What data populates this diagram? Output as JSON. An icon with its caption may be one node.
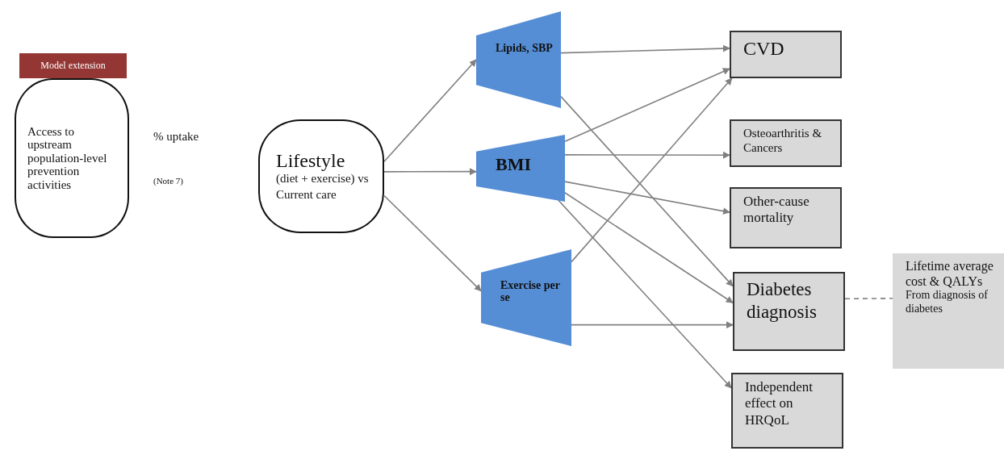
{
  "diagram": {
    "nodes": [
      {
        "text": [
          "Model extension"
        ]
      },
      {
        "text": [
          "Access to upstream population-level prevention activities"
        ]
      },
      {
        "text": [
          "Lifestyle",
          "(diet + exercise) vs Current care"
        ]
      },
      {
        "text": [
          "Lipids, SBP"
        ]
      },
      {
        "text": [
          "BMI"
        ]
      },
      {
        "text": [
          "Exercise per se"
        ]
      },
      {
        "text": [
          "CVD"
        ]
      },
      {
        "text": [
          "Osteoarthritis & Cancers"
        ]
      },
      {
        "text": [
          "Other-cause mortality"
        ]
      },
      {
        "text": [
          "Diabetes diagnosis"
        ]
      },
      {
        "text": [
          "Independent effect on HRQoL"
        ]
      },
      {
        "text": [
          "Lifetime average cost & QALYs",
          "From diagnosis of diabetes"
        ]
      }
    ],
    "edges": [
      {
        "from": 2,
        "to": 3,
        "arrow": "to"
      },
      {
        "from": 2,
        "to": 4,
        "arrow": "to"
      },
      {
        "from": 2,
        "to": 5,
        "arrow": "to"
      },
      {
        "from": 3,
        "to": 6,
        "arrow": "to"
      },
      {
        "from": 3,
        "to": 9,
        "arrow": "to"
      },
      {
        "from": 4,
        "to": 6,
        "arrow": "to"
      },
      {
        "from": 4,
        "to": 7,
        "arrow": "to"
      },
      {
        "from": 4,
        "to": 8,
        "arrow": "to"
      },
      {
        "from": 4,
        "to": 9,
        "arrow": "to"
      },
      {
        "from": 4,
        "to": 10,
        "arrow": "to"
      },
      {
        "from": 5,
        "to": 6,
        "arrow": "to"
      },
      {
        "from": 5,
        "to": 9,
        "arrow": "to"
      },
      {
        "from": 9,
        "to": 11,
        "arrow": "none",
        "style": "dashed"
      }
    ],
    "labels": [
      "% uptake",
      "(Note 7)"
    ]
  }
}
